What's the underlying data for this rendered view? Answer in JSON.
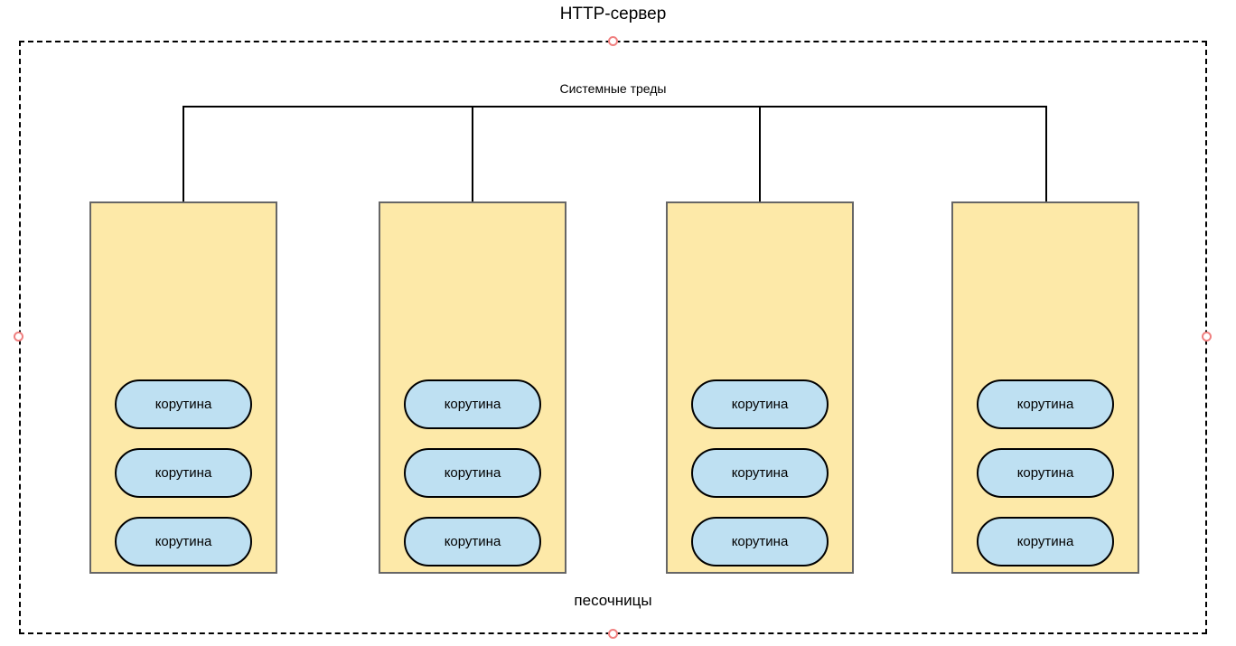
{
  "diagram": {
    "title": "HTTP-сервер",
    "threads_label": "Системные треды",
    "sandboxes_label": "песочницы",
    "sandboxes": [
      {
        "coroutines": [
          "корутина",
          "корутина",
          "корутина"
        ]
      },
      {
        "coroutines": [
          "корутина",
          "корутина",
          "корутина"
        ]
      },
      {
        "coroutines": [
          "корутина",
          "корутина",
          "корутина"
        ]
      },
      {
        "coroutines": [
          "корутина",
          "корутина",
          "корутина"
        ]
      }
    ],
    "colors": {
      "outline": "#000000",
      "sandbox_fill": "#FDE9A8",
      "sandbox_border": "#666666",
      "coroutine_fill": "#BEE0F2",
      "anchor": "#F08080"
    }
  }
}
